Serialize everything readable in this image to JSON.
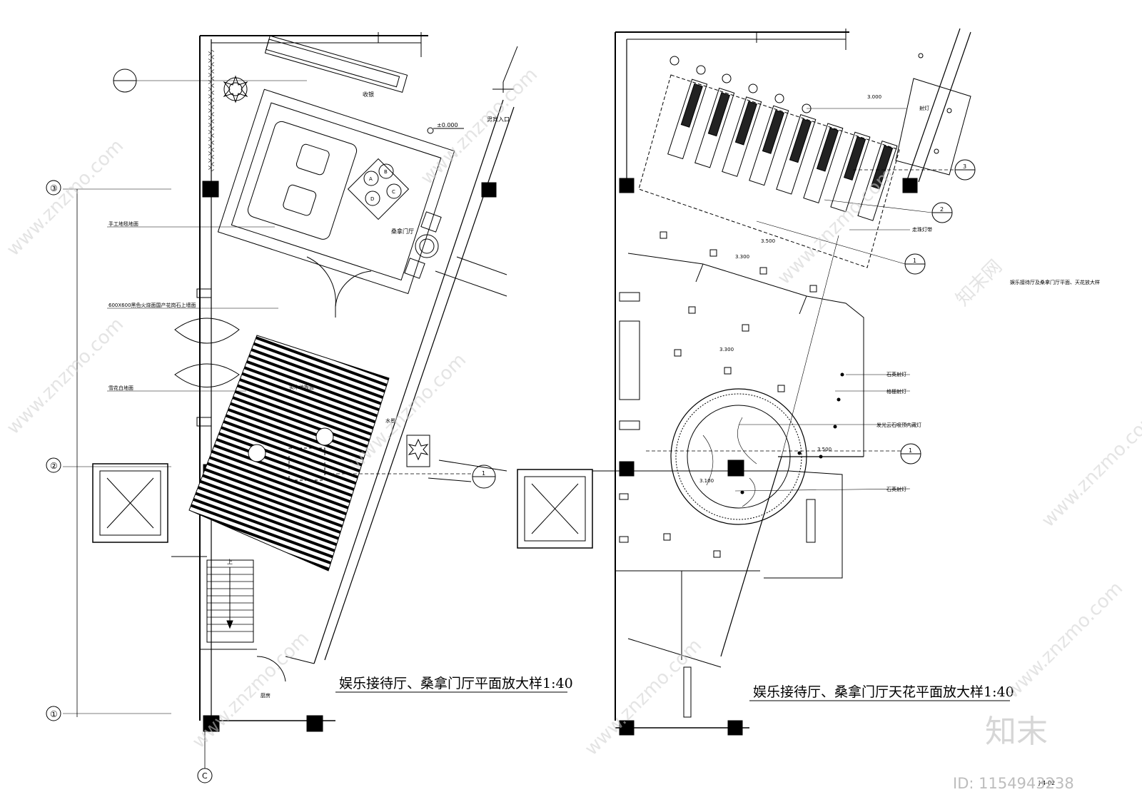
{
  "plan_left": {
    "title": "娱乐接待厅、桑拿门厅平面放大样1:40",
    "level_mark": "±0.000",
    "labels": {
      "cashier": "收银",
      "male_entrance": "男宾入口",
      "sauna_hall": "桑拿门厅",
      "carpet": "手工地毯地面",
      "floor_stone": "600X600黑色火烧面国产花岗石上墙面",
      "white_floor": "雪花白地面",
      "wood_floor": "实木地板面",
      "water_feature": "水景",
      "kitchen": "厨房",
      "stair_up": "上"
    },
    "axes": [
      "③",
      "②",
      "①"
    ],
    "axis_c": "C",
    "section_tag": "1",
    "bubble_a": "A",
    "bubble_b": "B",
    "bubble_c": "C",
    "bubble_d": "D"
  },
  "plan_right": {
    "title": "娱乐接待厅、桑拿门厅天花平面放大样1:40",
    "caption": "娱乐接待厅及桑拿门厅平面、天花放大样",
    "levels": [
      "3.000",
      "3.300",
      "3.300",
      "3.500",
      "3.100",
      "3.500"
    ],
    "labels": {
      "spotlight": "射灯",
      "track_light": "走珠灯带",
      "stone_spot": "石英射灯",
      "mirror_spot": "格栅射灯",
      "marble_light": "发光云石吸顶内藏灯",
      "stone_spot2": "石英射灯"
    },
    "tags": [
      "3",
      "2",
      "1",
      "1"
    ],
    "page_no": "J-4-02"
  },
  "watermark": {
    "site": "www.znzmo.com",
    "brand": "知末网",
    "logo": "知末",
    "id_text": "ID: 1154943238"
  }
}
